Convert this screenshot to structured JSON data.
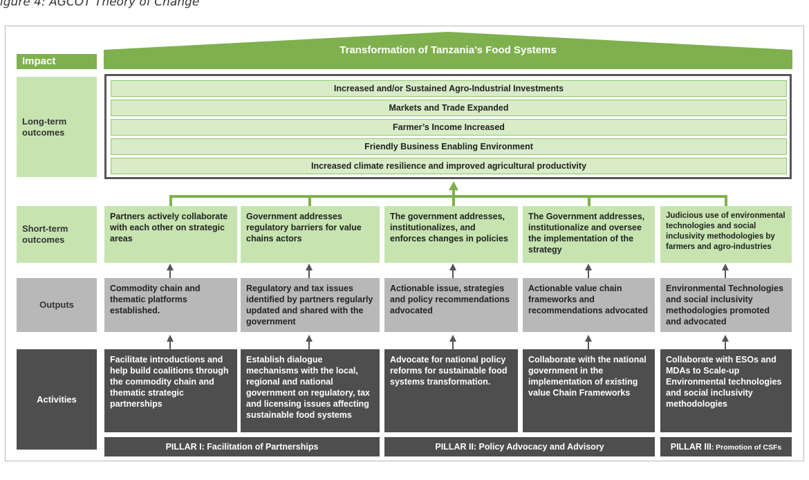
{
  "figure_caption": "igure 4: AGCOT Theory of Change",
  "row_labels": {
    "impact": "Impact",
    "long_term": "Long-term outcomes",
    "short_term": "Short-term outcomes",
    "outputs": "Outputs",
    "activities": "Activities"
  },
  "impact_statement": "Transformation of Tanzania’s Food Systems",
  "long_term_outcomes": [
    "Increased and/or Sustained Agro-Industrial Investments",
    "Markets and Trade Expanded",
    "Farmer’s Income Increased",
    "Friendly Business Enabling Environment",
    "Increased climate resilience and improved agricultural productivity"
  ],
  "short_term_outcomes": [
    "Partners actively collaborate with each other on strategic areas",
    "Government addresses regulatory barriers for value chains actors",
    "The government addresses, institutionalizes, and enforces changes in policies",
    "The Government addresses, institutionalize and oversee the implementation of the strategy",
    "Judicious use of environmental technologies and social inclusivity methodologies by farmers and agro-industries"
  ],
  "outputs": [
    "Commodity chain and thematic platforms established.",
    "Regulatory and tax issues identified by partners regularly updated and shared with the government",
    "Actionable issue, strategies and policy recommendations advocated",
    "Actionable value chain frameworks and recommendations advocated",
    "Environmental Technologies and social inclusivity methodologies promoted and advocated"
  ],
  "activities": [
    "Facilitate introductions and help build coalitions through the commodity chain and thematic strategic partnerships",
    "Establish dialogue mechanisms with the local, regional and national government on regulatory, tax and licensing issues affecting sustainable food systems",
    "Advocate for national policy reforms for sustainable food systems transformation.",
    "Collaborate with the national government in the implementation of existing value Chain Frameworks",
    "Collaborate with ESOs and MDAs to Scale-up Environmental technologies and social inclusivity methodologies"
  ],
  "pillars": {
    "p1": "PILLAR I: Facilitation of Partnerships",
    "p2": "PILLAR II: Policy Advocacy and Advisory",
    "p3_prefix": "PILLAR III",
    "p3_rest": ": Promotion of CSFs"
  },
  "colors": {
    "light_green": "#c7e4b0",
    "accent_green": "#7fb04e",
    "output_gray": "#b8b8b8",
    "activity_dark": "#4e4e4e"
  }
}
